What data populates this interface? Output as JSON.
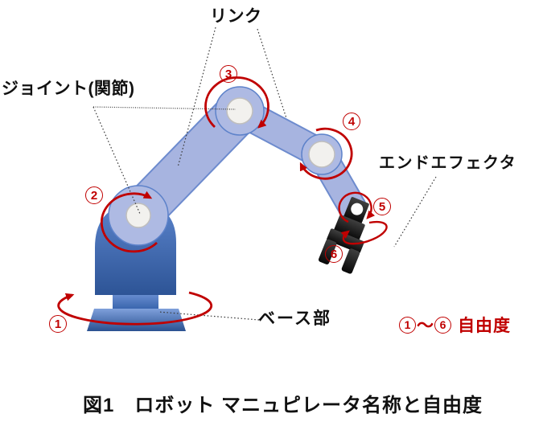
{
  "diagram": {
    "labels": {
      "link": "リンク",
      "joint": "ジョイント(関節)",
      "end_effector": "エンドエフェクタ",
      "base": "ベース部"
    },
    "dof_numbers": [
      "1",
      "2",
      "3",
      "4",
      "5",
      "6"
    ],
    "dof_legend": {
      "from": "1",
      "tilde": "～",
      "to": "6",
      "label": "自由度"
    },
    "caption": "図1　ロボット マニュピレータ名称と自由度",
    "colors": {
      "accent_red": "#C00000",
      "link_fill": "#A7B4E0",
      "link_edge": "#6D8BCE",
      "tower_top": "#5B84CC",
      "tower_bottom": "#2D5496",
      "joint_fill": "#F2F1EE",
      "gripper_black": "#111111"
    }
  }
}
